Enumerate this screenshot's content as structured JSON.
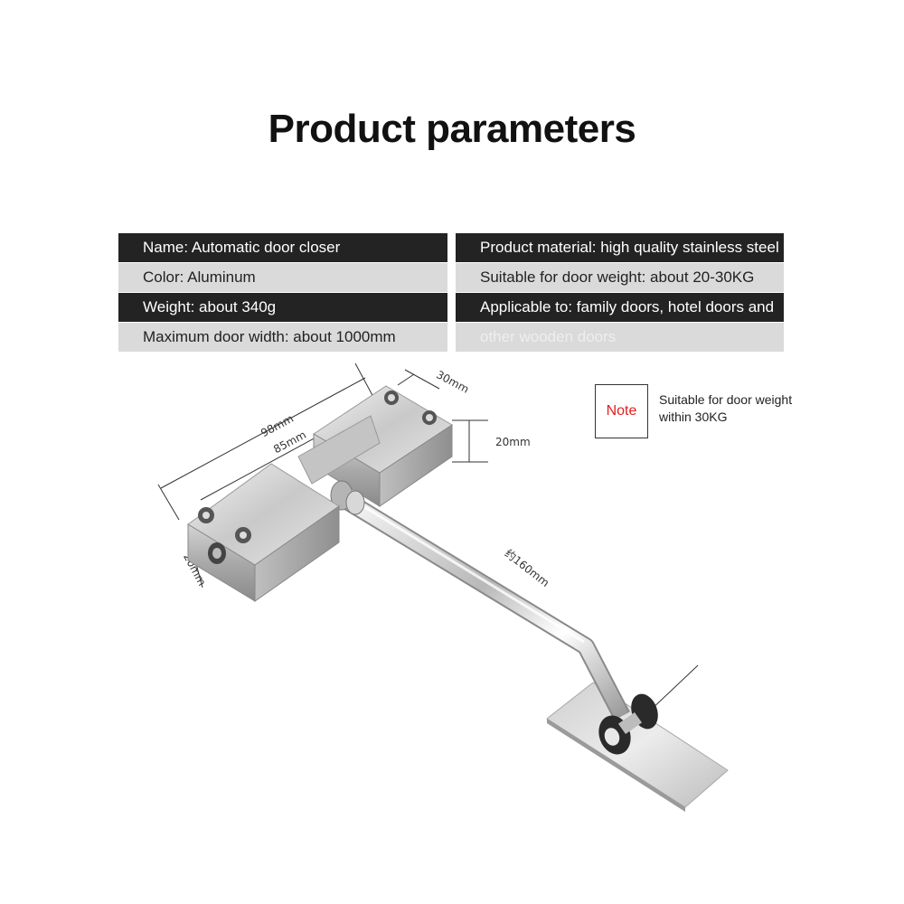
{
  "title": "Product parameters",
  "specs": {
    "rows": [
      {
        "left": "Name: Automatic door closer",
        "right": "Product material: high quality stainless steel"
      },
      {
        "left": "Color: Aluminum",
        "right": "Suitable for door weight: about 20-30KG"
      },
      {
        "left": "Weight: about 340g",
        "right": "Applicable to: family doors, hotel doors and"
      },
      {
        "left": "Maximum door width: about 1000mm",
        "right": "other wooden doors"
      }
    ]
  },
  "note": {
    "label": "Note",
    "text": "Suitable for door weight within 30KG",
    "label_color": "#e02020"
  },
  "dimensions": {
    "length_outer": "98mm",
    "length_inner": "85mm",
    "depth": "30mm",
    "height": "20mm",
    "end_height": "20mm",
    "arm_length": "约160mm"
  },
  "colors": {
    "dark_row": "#232323",
    "light_row": "#dadadb"
  }
}
